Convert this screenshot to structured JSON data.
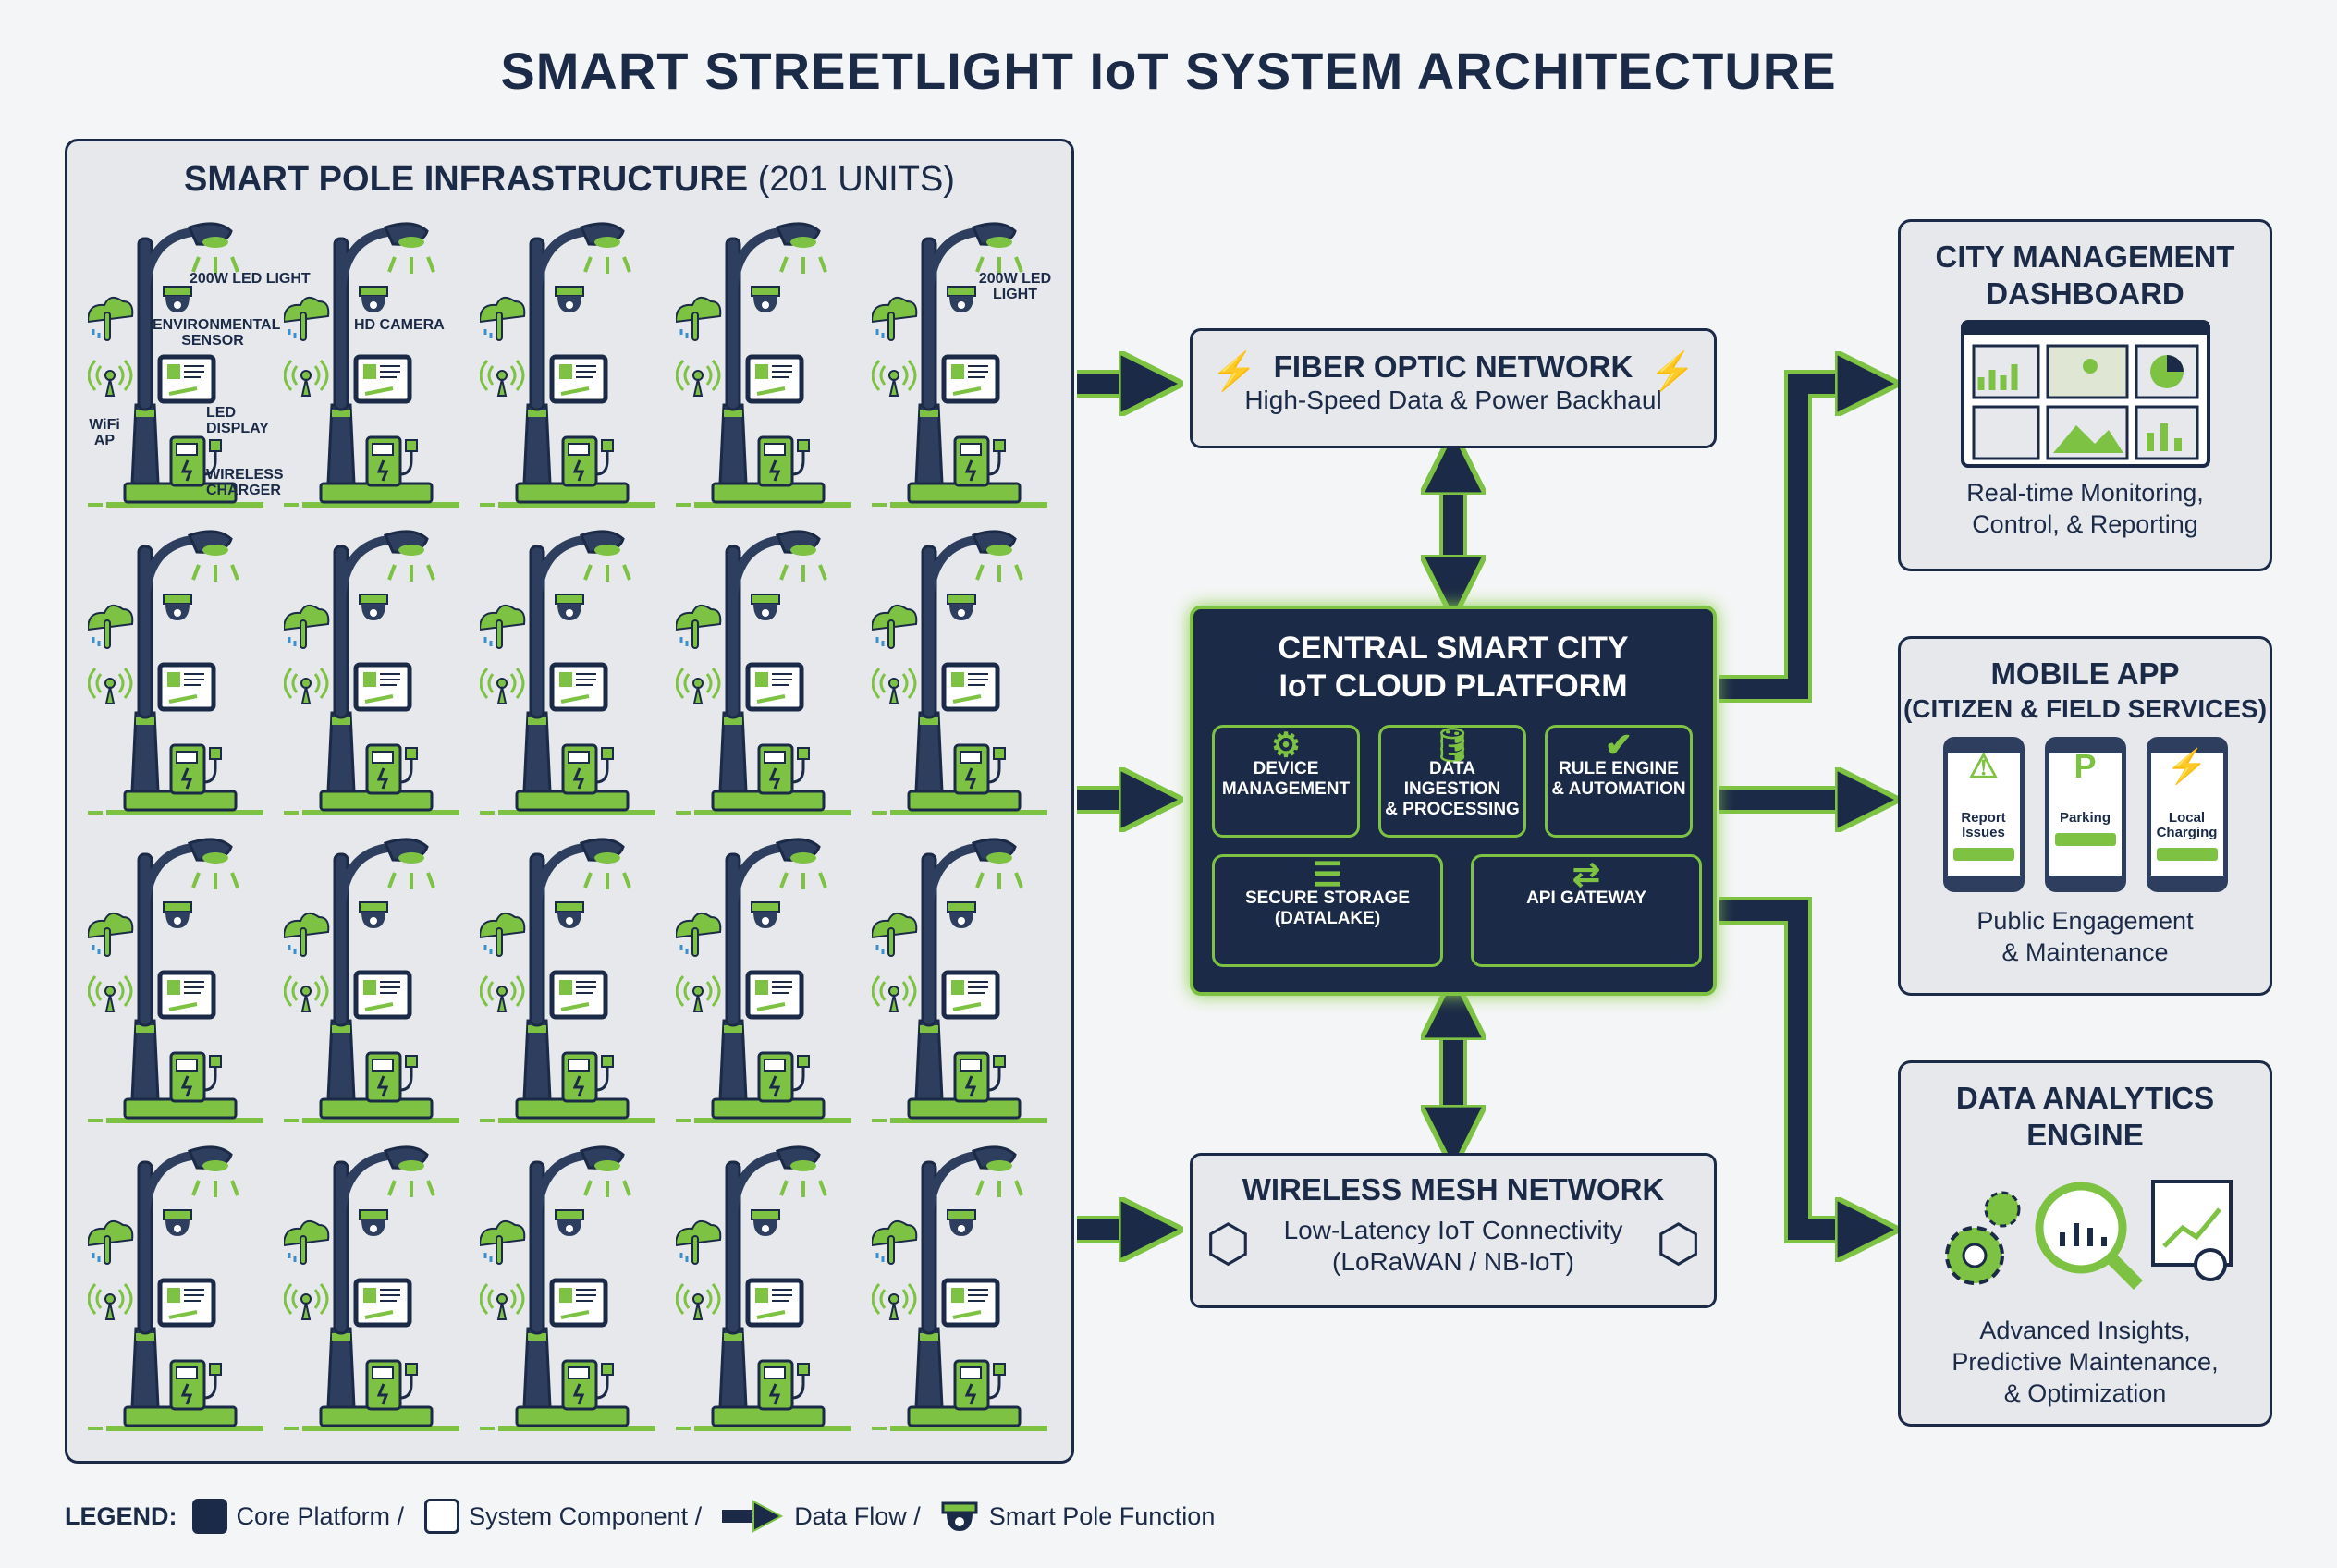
{
  "title": "SMART STREETLIGHT IoT SYSTEM ARCHITECTURE",
  "colors": {
    "navy": "#1b2a47",
    "green": "#7dc242",
    "panel": "#e6e8ec"
  },
  "infrastructure": {
    "title": "SMART POLE INFRASTRUCTURE",
    "count": "(201 UNITS)",
    "labels": {
      "led_light": "200W LED LIGHT",
      "env_sensor": "ENVIRONMENTAL SENSOR",
      "wifi": "WiFi AP",
      "led_display": "LED DISPLAY",
      "charger": "WIRELESS CHARGER",
      "camera": "HD CAMERA",
      "led_light_2": "200W LED LIGHT"
    }
  },
  "fiber": {
    "title": "FIBER OPTIC NETWORK",
    "subtitle": "High-Speed Data & Power Backhaul"
  },
  "central": {
    "title_1": "CENTRAL SMART CITY",
    "title_2": "IoT CLOUD PLATFORM",
    "modules": [
      {
        "l1": "DEVICE",
        "l2": "MANAGEMENT",
        "icon": "gear-icon"
      },
      {
        "l1": "DATA INGESTION",
        "l2": "& PROCESSING",
        "icon": "database-icon"
      },
      {
        "l1": "RULE ENGINE",
        "l2": "& AUTOMATION",
        "icon": "check-gear-icon"
      },
      {
        "l1": "SECURE STORAGE",
        "l2": "(DATALAKE)",
        "icon": "storage-icon"
      },
      {
        "l1": "API GATEWAY",
        "l2": "",
        "icon": "api-icon"
      }
    ]
  },
  "wireless": {
    "title": "WIRELESS MESH NETWORK",
    "subtitle_1": "Low-Latency IoT Connectivity",
    "subtitle_2": "(LoRaWAN / NB-IoT)"
  },
  "dashboard": {
    "title_1": "CITY MANAGEMENT",
    "title_2": "DASHBOARD",
    "desc_1": "Real-time Monitoring,",
    "desc_2": "Control, & Reporting"
  },
  "mobile": {
    "title_1": "MOBILE APP",
    "title_2": "(CITIZEN & FIELD SERVICES)",
    "phones": [
      {
        "l1": "Report",
        "l2": "Issues"
      },
      {
        "l1": "",
        "l2": "Parking"
      },
      {
        "l1": "Local",
        "l2": "Charging"
      }
    ],
    "desc_1": "Public Engagement",
    "desc_2": "& Maintenance"
  },
  "analytics": {
    "title_1": "DATA ANALYTICS",
    "title_2": "ENGINE",
    "desc_1": "Advanced Insights,",
    "desc_2": "Predictive Maintenance,",
    "desc_3": "& Optimization"
  },
  "legend": {
    "label": "LEGEND:",
    "core": "Core Platform /",
    "component": "System Component /",
    "flow": "Data Flow /",
    "pole": "Smart Pole Function"
  }
}
